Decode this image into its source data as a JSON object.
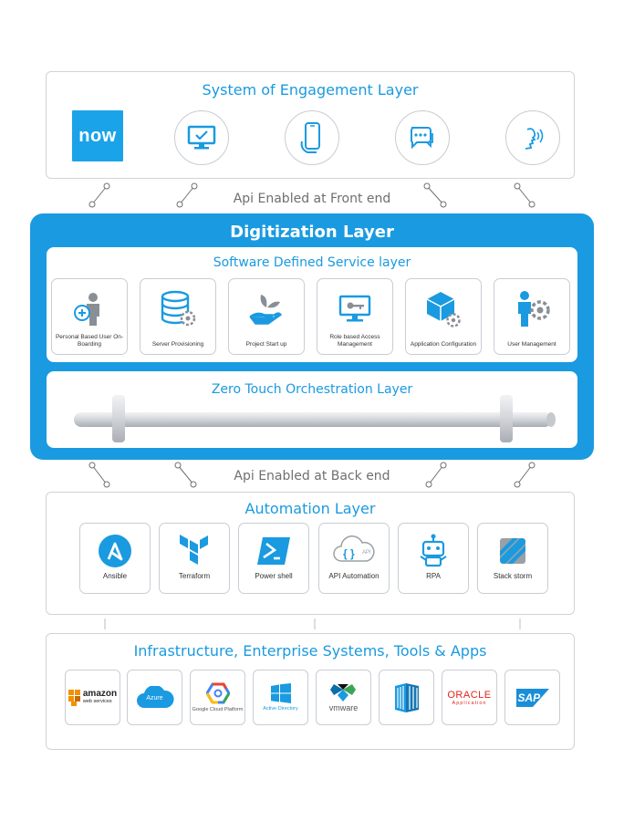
{
  "engagement": {
    "title": "System of Engagement Layer",
    "logo_text": "now",
    "icons": [
      "monitor-check-icon",
      "smartphone-icon",
      "chat-bubble-icon",
      "voice-icon"
    ]
  },
  "api_front": "Api Enabled at Front end",
  "digitization": {
    "title": "Digitization Layer",
    "sds": {
      "title": "Software Defined Service layer",
      "cards": [
        {
          "label": "Personal Based User On-Boarding",
          "icon": "user-add-icon"
        },
        {
          "label": "Server Provisioning",
          "icon": "database-gear-icon"
        },
        {
          "label": "Project Start up",
          "icon": "hand-leaf-icon"
        },
        {
          "label": "Role based Access Management",
          "icon": "monitor-key-icon"
        },
        {
          "label": "Application Configuration",
          "icon": "cube-gear-icon"
        },
        {
          "label": "User Management",
          "icon": "user-gear-icon"
        }
      ]
    },
    "zto": {
      "title": "Zero Touch Orchestration Layer"
    }
  },
  "api_back": "Api Enabled at Back end",
  "automation": {
    "title": "Automation Layer",
    "cards": [
      {
        "label": "Ansible",
        "icon": "ansible-icon"
      },
      {
        "label": "Terraform",
        "icon": "terraform-icon"
      },
      {
        "label": "Power shell",
        "icon": "powershell-icon"
      },
      {
        "label": "API Automation",
        "icon": "api-cloud-icon"
      },
      {
        "label": "RPA",
        "icon": "robot-icon"
      },
      {
        "label": "Stack storm",
        "icon": "stackstorm-icon"
      }
    ]
  },
  "infra": {
    "title": "Infrastructure, Enterprise Systems, Tools & Apps",
    "logos": {
      "amazon": "amazon",
      "amazon_sub": "web services",
      "azure": "Azure",
      "gcp": "Google Cloud Platform",
      "ad": "Active Directory",
      "vmware": "vmware",
      "oracle": "ORACLE",
      "oracle_sub": "Application",
      "sap": "SAP"
    }
  },
  "colors": {
    "accent": "#1a9ae0",
    "border": "#cfd3d8",
    "text": "#2a2a2a"
  }
}
